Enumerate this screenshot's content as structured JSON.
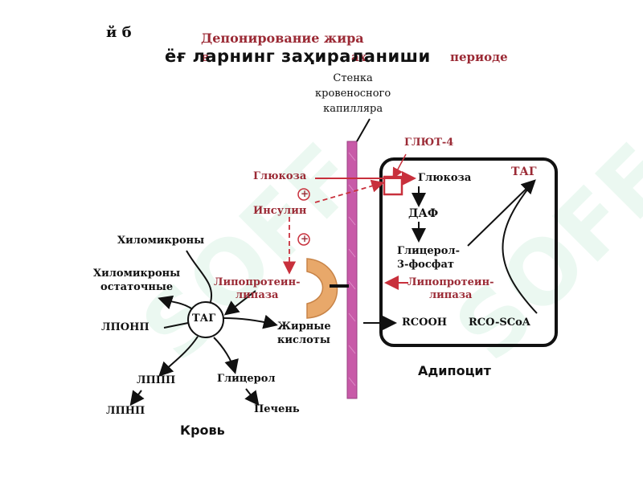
{
  "header": {
    "overlay_title": "ёғ ларнинг заҳираланиши",
    "title_line1": "Депонирование жира",
    "title_line2_left": "в",
    "title_line2_mid": "ах",
    "title_line2_right": "периоде",
    "top_fragment": "й   б"
  },
  "capillary": {
    "label": "Стенка\nкровеносного\nкапилляра"
  },
  "labels": {
    "glut4": "ГЛЮТ-4",
    "glucose_out": "Глюкоза",
    "insulin": "Инсулин",
    "plus_sign": "+",
    "glucose_in": "Глюкоза",
    "tag_cell": "ТАГ",
    "daf": "ДАФ",
    "glycerol3p": "Глицерол-\n3-фосфат",
    "lpl_right": "Липопротеин-\nлипаза",
    "lpl_left": "Липопротеин-\nлипаза",
    "rcooh": "RCOOH",
    "rcoscoa": "RCO-SCoA",
    "chylomicrons": "Хиломикроны",
    "chylo_remnants": "Хиломикроны\nостаточные",
    "tag_blood": "ТАГ",
    "lponp": "ЛПОНП",
    "lppp": "ЛППП",
    "lpnp": "ЛПНП",
    "fatty_acids": "Жирные\nкислоты",
    "glycerol": "Глицерол",
    "liver": "Печень",
    "adipocyte": "Адипоцит",
    "blood": "Кровь"
  },
  "watermark": {
    "text": "SOFF"
  },
  "colors": {
    "membrane": "#c85aa8",
    "enzyme": "#e8a86a",
    "accent_red": "#c8303c",
    "text_red": "#9b2a35"
  }
}
